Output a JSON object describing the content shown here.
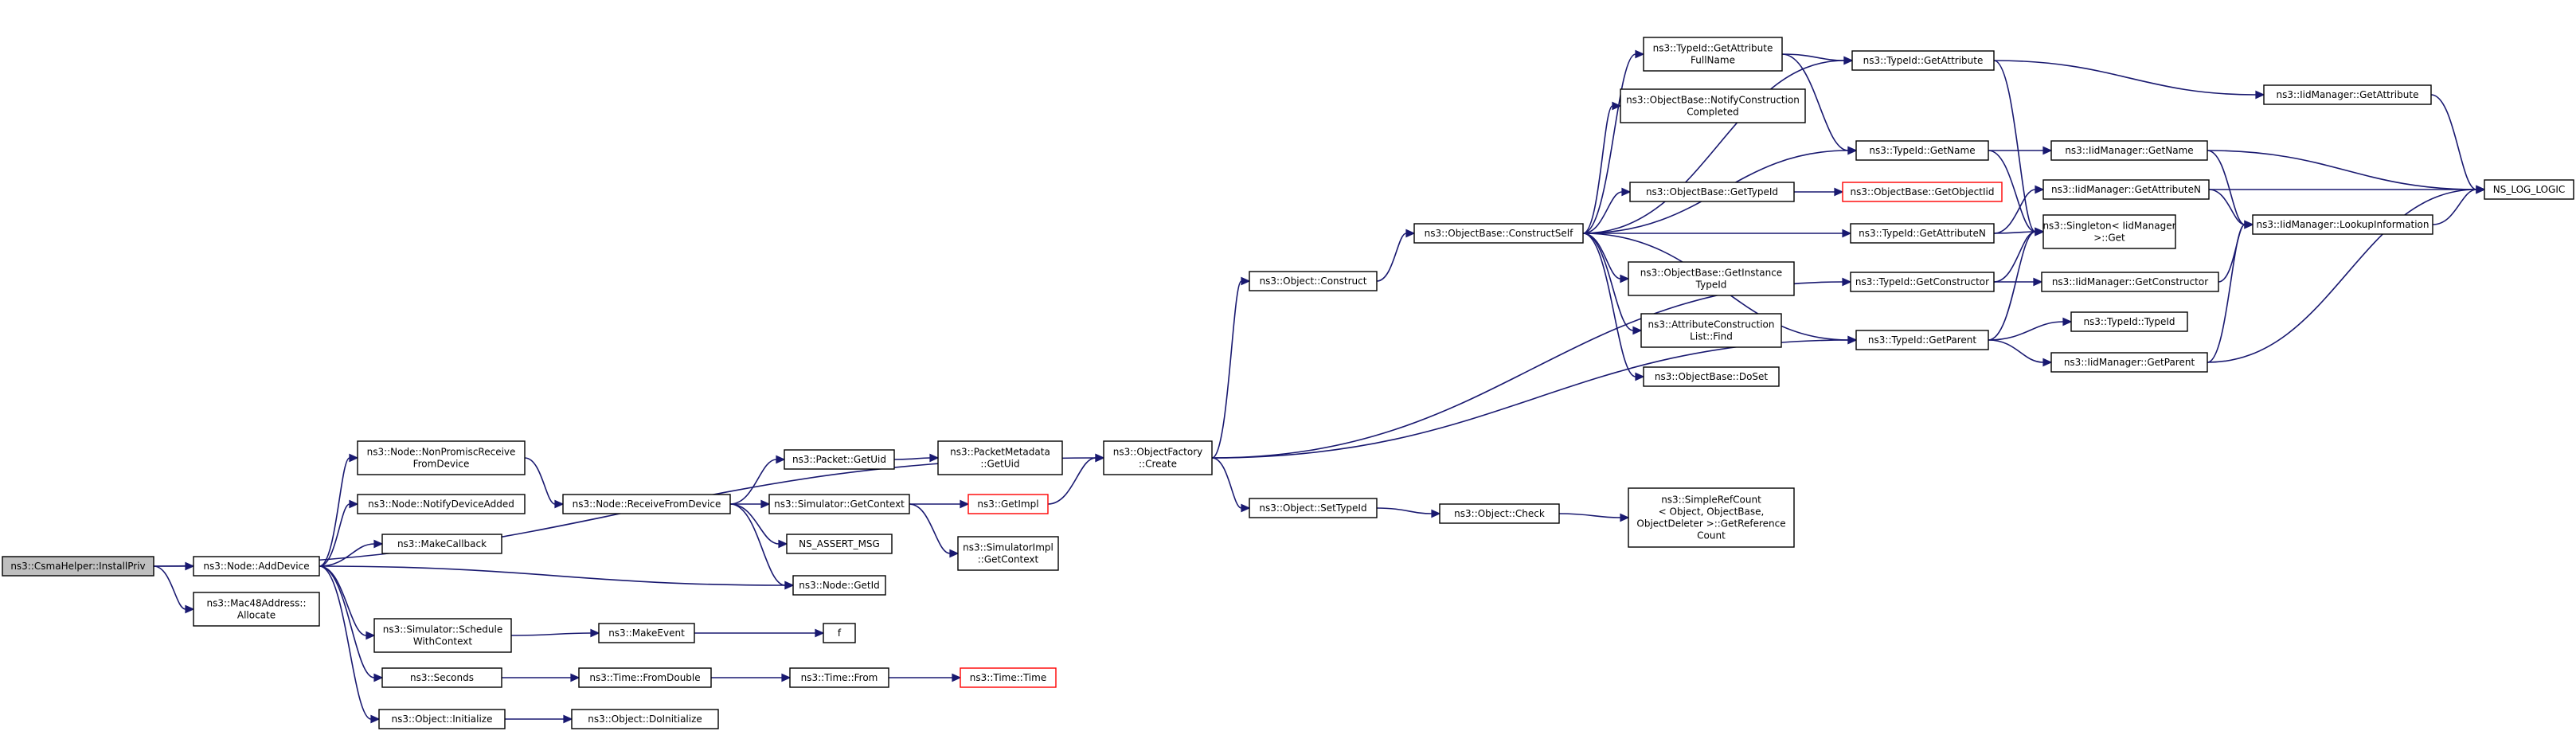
{
  "colors": {
    "edge": "#191970",
    "node_border": "#000000",
    "node_fill": "#ffffff",
    "root_fill": "#bfbfbf",
    "truncated_border": "#ff0000"
  },
  "nodes": [
    {
      "id": "csma_install",
      "lines": [
        "ns3::CsmaHelper::InstallPriv"
      ],
      "root": true
    },
    {
      "id": "node_adddevice",
      "lines": [
        "ns3::Node::AddDevice"
      ]
    },
    {
      "id": "mac48_allocate",
      "lines": [
        "ns3::Mac48Address::",
        "Allocate"
      ]
    },
    {
      "id": "node_nonpromisc",
      "lines": [
        "ns3::Node::NonPromiscReceive",
        "FromDevice"
      ]
    },
    {
      "id": "node_notifydevadded",
      "lines": [
        "ns3::Node::NotifyDeviceAdded"
      ]
    },
    {
      "id": "makecallback",
      "lines": [
        "ns3::MakeCallback"
      ]
    },
    {
      "id": "sim_schedule",
      "lines": [
        "ns3::Simulator::Schedule",
        "WithContext"
      ]
    },
    {
      "id": "seconds",
      "lines": [
        "ns3::Seconds"
      ]
    },
    {
      "id": "obj_initialize",
      "lines": [
        "ns3::Object::Initialize"
      ]
    },
    {
      "id": "node_receive",
      "lines": [
        "ns3::Node::ReceiveFromDevice"
      ]
    },
    {
      "id": "makeevent",
      "lines": [
        "ns3::MakeEvent"
      ]
    },
    {
      "id": "time_fromdouble",
      "lines": [
        "ns3::Time::FromDouble"
      ]
    },
    {
      "id": "obj_doinitialize",
      "lines": [
        "ns3::Object::DoInitialize"
      ]
    },
    {
      "id": "packet_getuid",
      "lines": [
        "ns3::Packet::GetUid"
      ]
    },
    {
      "id": "sim_getcontext",
      "lines": [
        "ns3::Simulator::GetContext"
      ]
    },
    {
      "id": "ns_assert",
      "lines": [
        "NS_ASSERT_MSG"
      ]
    },
    {
      "id": "node_getid",
      "lines": [
        "ns3::Node::GetId"
      ]
    },
    {
      "id": "f",
      "lines": [
        "f"
      ]
    },
    {
      "id": "time_from",
      "lines": [
        "ns3::Time::From"
      ]
    },
    {
      "id": "pktmeta_getuid",
      "lines": [
        "ns3::PacketMetadata",
        "::GetUid"
      ]
    },
    {
      "id": "getimpl",
      "lines": [
        "ns3::GetImpl"
      ],
      "truncated": true
    },
    {
      "id": "simimpl_getcontext",
      "lines": [
        "ns3::SimulatorImpl",
        "::GetContext"
      ]
    },
    {
      "id": "time_time",
      "lines": [
        "ns3::Time::Time"
      ],
      "truncated": true
    },
    {
      "id": "objfactory_create",
      "lines": [
        "ns3::ObjectFactory",
        "::Create"
      ]
    },
    {
      "id": "obj_construct",
      "lines": [
        "ns3::Object::Construct"
      ]
    },
    {
      "id": "obj_settypeid",
      "lines": [
        "ns3::Object::SetTypeId"
      ]
    },
    {
      "id": "objbase_constructself",
      "lines": [
        "ns3::ObjectBase::ConstructSelf"
      ]
    },
    {
      "id": "obj_check",
      "lines": [
        "ns3::Object::Check"
      ]
    },
    {
      "id": "simplerefcount",
      "lines": [
        "ns3::SimpleRefCount",
        "< Object, ObjectBase,",
        "ObjectDeleter >::GetReference",
        "Count"
      ]
    },
    {
      "id": "typeid_getattrfullname",
      "lines": [
        "ns3::TypeId::GetAttribute",
        "FullName"
      ]
    },
    {
      "id": "objbase_notifyconstruction",
      "lines": [
        "ns3::ObjectBase::NotifyConstruction",
        "Completed"
      ]
    },
    {
      "id": "objbase_gettypeid",
      "lines": [
        "ns3::ObjectBase::GetTypeId"
      ]
    },
    {
      "id": "objbase_getinstancetypeid",
      "lines": [
        "ns3::ObjectBase::GetInstance",
        "TypeId"
      ]
    },
    {
      "id": "attrconstruction_find",
      "lines": [
        "ns3::AttributeConstruction",
        "List::Find"
      ]
    },
    {
      "id": "objbase_doset",
      "lines": [
        "ns3::ObjectBase::DoSet"
      ]
    },
    {
      "id": "typeid_getattribute",
      "lines": [
        "ns3::TypeId::GetAttribute"
      ]
    },
    {
      "id": "typeid_getname",
      "lines": [
        "ns3::TypeId::GetName"
      ]
    },
    {
      "id": "objbase_getobjectiid",
      "lines": [
        "ns3::ObjectBase::GetObjectIid"
      ],
      "truncated": true
    },
    {
      "id": "typeid_getattributen",
      "lines": [
        "ns3::TypeId::GetAttributeN"
      ]
    },
    {
      "id": "typeid_getconstructor",
      "lines": [
        "ns3::TypeId::GetConstructor"
      ]
    },
    {
      "id": "typeid_getparent",
      "lines": [
        "ns3::TypeId::GetParent"
      ]
    },
    {
      "id": "singleton_get",
      "lines": [
        "ns3::Singleton< IidManager",
        ">::Get"
      ]
    },
    {
      "id": "iid_getattribute",
      "lines": [
        "ns3::IidManager::GetAttribute"
      ]
    },
    {
      "id": "iid_getname",
      "lines": [
        "ns3::IidManager::GetName"
      ]
    },
    {
      "id": "iid_getattributen",
      "lines": [
        "ns3::IidManager::GetAttributeN"
      ]
    },
    {
      "id": "iid_getconstructor",
      "lines": [
        "ns3::IidManager::GetConstructor"
      ]
    },
    {
      "id": "typeid_typeid",
      "lines": [
        "ns3::TypeId::TypeId"
      ]
    },
    {
      "id": "iid_getparent",
      "lines": [
        "ns3::IidManager::GetParent"
      ]
    },
    {
      "id": "iid_lookupinformation",
      "lines": [
        "ns3::IidManager::LookupInformation"
      ]
    },
    {
      "id": "ns_log_logic",
      "lines": [
        "NS_LOG_LOGIC"
      ]
    }
  ],
  "edges": [
    [
      "csma_install",
      "node_adddevice"
    ],
    [
      "csma_install",
      "mac48_allocate"
    ],
    [
      "csma_install",
      "objfactory_create"
    ],
    [
      "node_adddevice",
      "node_nonpromisc"
    ],
    [
      "node_adddevice",
      "node_notifydevadded"
    ],
    [
      "node_adddevice",
      "makecallback"
    ],
    [
      "node_adddevice",
      "node_getid"
    ],
    [
      "node_adddevice",
      "sim_schedule"
    ],
    [
      "node_adddevice",
      "seconds"
    ],
    [
      "node_adddevice",
      "obj_initialize"
    ],
    [
      "node_nonpromisc",
      "node_receive"
    ],
    [
      "node_receive",
      "packet_getuid"
    ],
    [
      "node_receive",
      "sim_getcontext"
    ],
    [
      "node_receive",
      "ns_assert"
    ],
    [
      "node_receive",
      "node_getid"
    ],
    [
      "packet_getuid",
      "pktmeta_getuid"
    ],
    [
      "sim_getcontext",
      "getimpl"
    ],
    [
      "sim_getcontext",
      "simimpl_getcontext"
    ],
    [
      "getimpl",
      "objfactory_create"
    ],
    [
      "sim_schedule",
      "makeevent"
    ],
    [
      "makeevent",
      "f"
    ],
    [
      "seconds",
      "time_fromdouble"
    ],
    [
      "time_fromdouble",
      "time_from"
    ],
    [
      "time_from",
      "time_time"
    ],
    [
      "obj_initialize",
      "obj_doinitialize"
    ],
    [
      "objfactory_create",
      "obj_construct"
    ],
    [
      "objfactory_create",
      "obj_settypeid"
    ],
    [
      "objfactory_create",
      "typeid_getconstructor"
    ],
    [
      "objfactory_create",
      "typeid_getparent"
    ],
    [
      "obj_construct",
      "objbase_constructself"
    ],
    [
      "obj_settypeid",
      "obj_check"
    ],
    [
      "obj_check",
      "simplerefcount"
    ],
    [
      "objbase_constructself",
      "typeid_getattrfullname"
    ],
    [
      "objbase_constructself",
      "objbase_notifyconstruction"
    ],
    [
      "objbase_constructself",
      "typeid_getname"
    ],
    [
      "objbase_constructself",
      "objbase_gettypeid"
    ],
    [
      "objbase_constructself",
      "typeid_getattributen"
    ],
    [
      "objbase_constructself",
      "objbase_getinstancetypeid"
    ],
    [
      "objbase_constructself",
      "attrconstruction_find"
    ],
    [
      "objbase_constructself",
      "objbase_doset"
    ],
    [
      "objbase_constructself",
      "typeid_getattribute"
    ],
    [
      "objbase_constructself",
      "typeid_getparent"
    ],
    [
      "typeid_getattrfullname",
      "typeid_getattribute"
    ],
    [
      "typeid_getattrfullname",
      "typeid_getname"
    ],
    [
      "objbase_gettypeid",
      "objbase_getobjectiid"
    ],
    [
      "typeid_getattribute",
      "iid_getattribute"
    ],
    [
      "typeid_getattribute",
      "singleton_get"
    ],
    [
      "typeid_getname",
      "iid_getname"
    ],
    [
      "typeid_getname",
      "singleton_get"
    ],
    [
      "typeid_getattributen",
      "iid_getattributen"
    ],
    [
      "typeid_getattributen",
      "singleton_get"
    ],
    [
      "typeid_getconstructor",
      "singleton_get"
    ],
    [
      "typeid_getconstructor",
      "iid_getconstructor"
    ],
    [
      "typeid_getparent",
      "singleton_get"
    ],
    [
      "typeid_getparent",
      "typeid_typeid"
    ],
    [
      "typeid_getparent",
      "iid_getparent"
    ],
    [
      "iid_getattribute",
      "ns_log_logic"
    ],
    [
      "iid_getname",
      "ns_log_logic"
    ],
    [
      "iid_getname",
      "iid_lookupinformation"
    ],
    [
      "iid_getattributen",
      "ns_log_logic"
    ],
    [
      "iid_getattributen",
      "iid_lookupinformation"
    ],
    [
      "iid_getconstructor",
      "iid_lookupinformation"
    ],
    [
      "iid_getparent",
      "iid_lookupinformation"
    ],
    [
      "iid_getparent",
      "ns_log_logic"
    ],
    [
      "iid_lookupinformation",
      "ns_log_logic"
    ]
  ]
}
